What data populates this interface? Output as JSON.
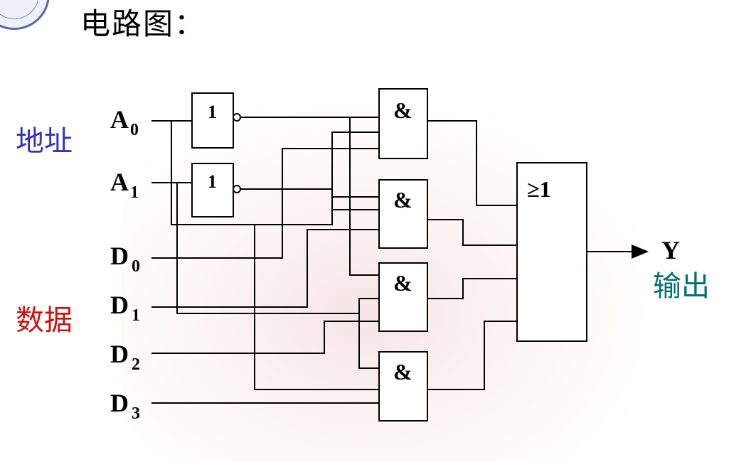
{
  "title": "电路图：",
  "side_labels": {
    "address": "地址",
    "data": "数据",
    "output": "输出"
  },
  "inputs": {
    "A0": {
      "main": "A",
      "sub": "0"
    },
    "A1": {
      "main": "A",
      "sub": "1"
    },
    "D0": {
      "main": "D",
      "sub": "0"
    },
    "D1": {
      "main": "D",
      "sub": "1"
    },
    "D2": {
      "main": "D",
      "sub": "2"
    },
    "D3": {
      "main": "D",
      "sub": "3"
    }
  },
  "gates": {
    "not_symbol": "1",
    "and_symbol": "&",
    "or_symbol": "≥1"
  },
  "output": {
    "label": "Y"
  },
  "colors": {
    "address": "#3333bb",
    "data": "#cc1111",
    "output": "#007070"
  }
}
